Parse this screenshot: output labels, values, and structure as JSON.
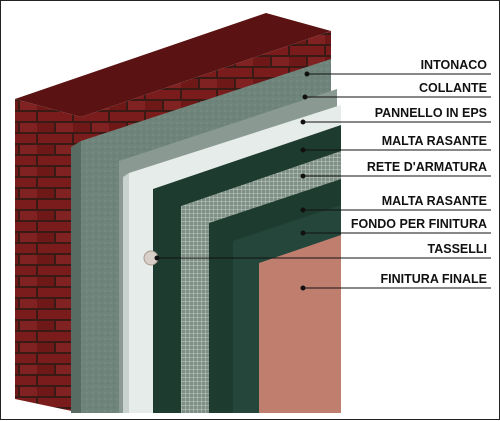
{
  "colors": {
    "brick": "#7a1c1c",
    "mortar": "#3a1a14",
    "intonaco": "#6f847b",
    "collante": "#8a9a93",
    "eps": "#e6ece9",
    "malta": "#1e3b30",
    "rete": "#9aa89f",
    "finitura": "#c07f6e",
    "leader": "#111111"
  },
  "labels": [
    {
      "id": "intonaco",
      "text": "INTONACO"
    },
    {
      "id": "collante",
      "text": "COLLANTE"
    },
    {
      "id": "pannello-eps",
      "text": "PANNELLO IN EPS"
    },
    {
      "id": "malta-rasante-1",
      "text": "MALTA RASANTE"
    },
    {
      "id": "rete-armatura",
      "text": "RETE D'ARMATURA"
    },
    {
      "id": "malta-rasante-2",
      "text": "MALTA RASANTE"
    },
    {
      "id": "fondo-finitura",
      "text": "FONDO PER FINITURA"
    },
    {
      "id": "tasselli",
      "text": "TASSELLI"
    },
    {
      "id": "finitura-finale",
      "text": "FINITURA FINALE"
    }
  ]
}
